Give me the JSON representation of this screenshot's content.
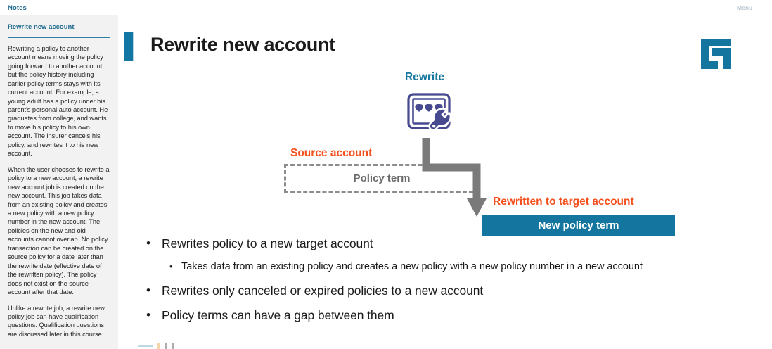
{
  "notes": {
    "tab_label": "Notes",
    "heading": "Rewrite new account",
    "paragraphs": [
      "Rewriting a policy to another account means moving the policy going forward to another account, but the policy history including earlier policy terms stays with its current account. For example, a young adult has a policy under his parent's personal auto account. He graduates from college, and wants to move his policy to his own account. The insurer cancels his policy, and rewrites it to his new account.",
      "When the user chooses to rewrite a policy to a new account, a rewrite new account job is created on the new account. This job takes data from an existing policy and creates a new policy with a new policy number in the new account. The policies on the new and old accounts cannot overlap. No policy transaction can be created on the source policy for a date later than the rewrite date (effective date of the rewritten policy). The policy does not exist on the source account after that date.",
      "Unlike a rewrite job, a rewrite new policy job can have qualification questions. Qualification questions are discussed later in this course."
    ]
  },
  "slide": {
    "menu_label": "Menu",
    "title": "Rewrite new account",
    "logo_name": "guidewire-logo"
  },
  "diagram": {
    "rewrite_label": "Rewrite",
    "rewrite_icon_name": "screen-wrench-icon",
    "source_account_label": "Source account",
    "policy_term_label": "Policy term",
    "rewritten_label": "Rewritten to target account",
    "new_policy_term_label": "New policy term",
    "arrow_name": "elbow-arrow-down-right"
  },
  "bullets": [
    {
      "level": 1,
      "marker": "•",
      "text": "Rewrites policy to a new target account"
    },
    {
      "level": 2,
      "marker": "•",
      "text": "Takes data from an existing policy and creates a new policy with a new policy number in a new account"
    },
    {
      "level": 1,
      "marker": "•",
      "text": "Rewrites only canceled or expired policies to a new account"
    },
    {
      "level": 1,
      "marker": "•",
      "text": "Policy terms can have a gap between them"
    }
  ],
  "colors": {
    "brand_teal": "#14769e",
    "accent_orange": "#f4511e",
    "icon_purple": "#474a8f",
    "arrow_gray": "#7a7a7a",
    "dashed_gray": "#8c8c8c"
  }
}
